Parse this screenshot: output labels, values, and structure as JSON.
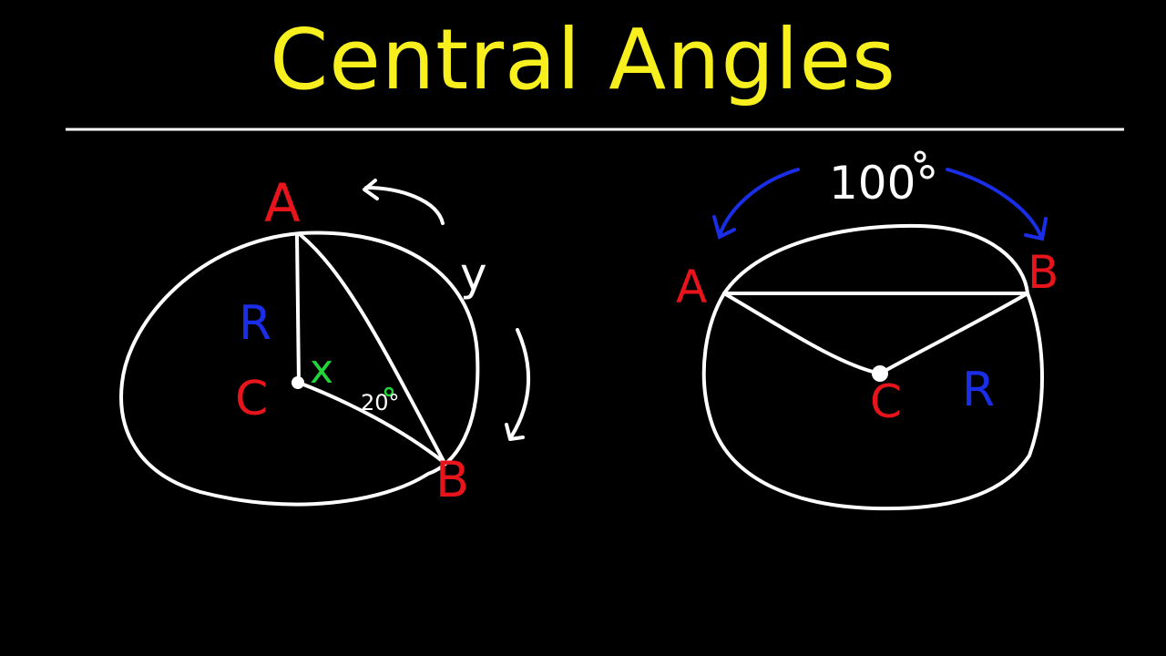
{
  "title": "Central Angles",
  "colors": {
    "title": "#f7f01e",
    "red": "#e8141c",
    "blue": "#1a2ee8",
    "green": "#22d63a",
    "white": "#ffffff",
    "background": "#000000"
  },
  "left_diagram": {
    "point_a": "A",
    "point_b": "B",
    "center": "C",
    "radius_label": "R",
    "central_angle": "x",
    "base_angle": "20°",
    "arc_label": "y"
  },
  "right_diagram": {
    "point_a": "A",
    "point_b": "B",
    "center": "C",
    "radius_label": "R",
    "arc_measure": "100°"
  }
}
